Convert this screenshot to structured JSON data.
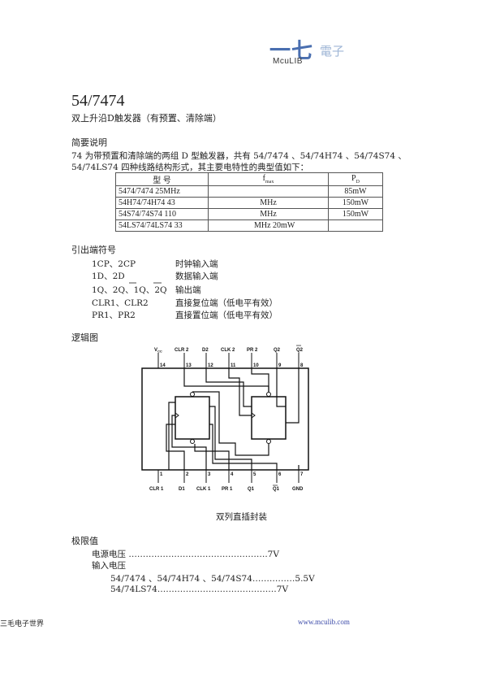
{
  "logo": {
    "mark": "一七",
    "mark2": "電子",
    "word": "McuLIB"
  },
  "title": "54/7474",
  "subtitle": "双上升沿D触发器（有预置、清除端）",
  "summary": {
    "heading": "简要说明",
    "line1": "74  为带预置和清除端的两组    D  型触发器，共有    54/7474 、54/74H74 、54/74S74 、",
    "line2": "54/74LS74  四种线路结构形式，其主要电特性的典型值如下：",
    "table": {
      "headers": [
        "型       号",
        "f",
        "max",
        "P",
        "D"
      ],
      "rows": [
        [
          "5474/7474 25MHz",
          "",
          "85mW"
        ],
        [
          "54H74/74H74 43",
          "MHz",
          "150mW"
        ],
        [
          "54S74/74S74 110",
          "MHz",
          "150mW"
        ],
        [
          "54LS74/74LS74 33",
          "MHz 20mW",
          ""
        ]
      ]
    }
  },
  "pins": {
    "heading": "引出端符号",
    "items": [
      {
        "sym": "1CP、2CP",
        "desc": "时钟输入端"
      },
      {
        "sym": "1D、2D",
        "desc": "数据输入端"
      },
      {
        "sym": "1Q、2Q、1Q、2Q",
        "desc": "输出端"
      },
      {
        "sym": "CLR1、CLR2",
        "desc": "直接复位端（低电平有效）"
      },
      {
        "sym": "PR1、PR2",
        "desc": "直接置位端（低电平有效）"
      }
    ]
  },
  "logic": {
    "heading": "逻辑图",
    "top_labels": [
      "V",
      "CC",
      "CLR 2",
      "D2",
      "CLK 2",
      "PR 2",
      "Q2",
      "Q2"
    ],
    "top_pins": [
      "14",
      "13",
      "12",
      "11",
      "10",
      "9",
      "8"
    ],
    "bottom_pins": [
      "1",
      "2",
      "3",
      "4",
      "5",
      "6",
      "7"
    ],
    "bottom_labels": [
      "CLR 1",
      "D1",
      "CLK 1",
      "PR 1",
      "Q1",
      "Q1",
      "GND"
    ],
    "caption": "双列直插封装"
  },
  "limits": {
    "heading": "极限值",
    "supply": "电源电压 ………………………………………….7V",
    "input_heading": "输入电压",
    "line1": "54/7474 、54/74H74 、54/74S74……………5.5V",
    "line2": "54/74LS74……………………………………7V"
  },
  "footer": {
    "left": "三毛电子世界",
    "right": "www.mculib.com"
  }
}
